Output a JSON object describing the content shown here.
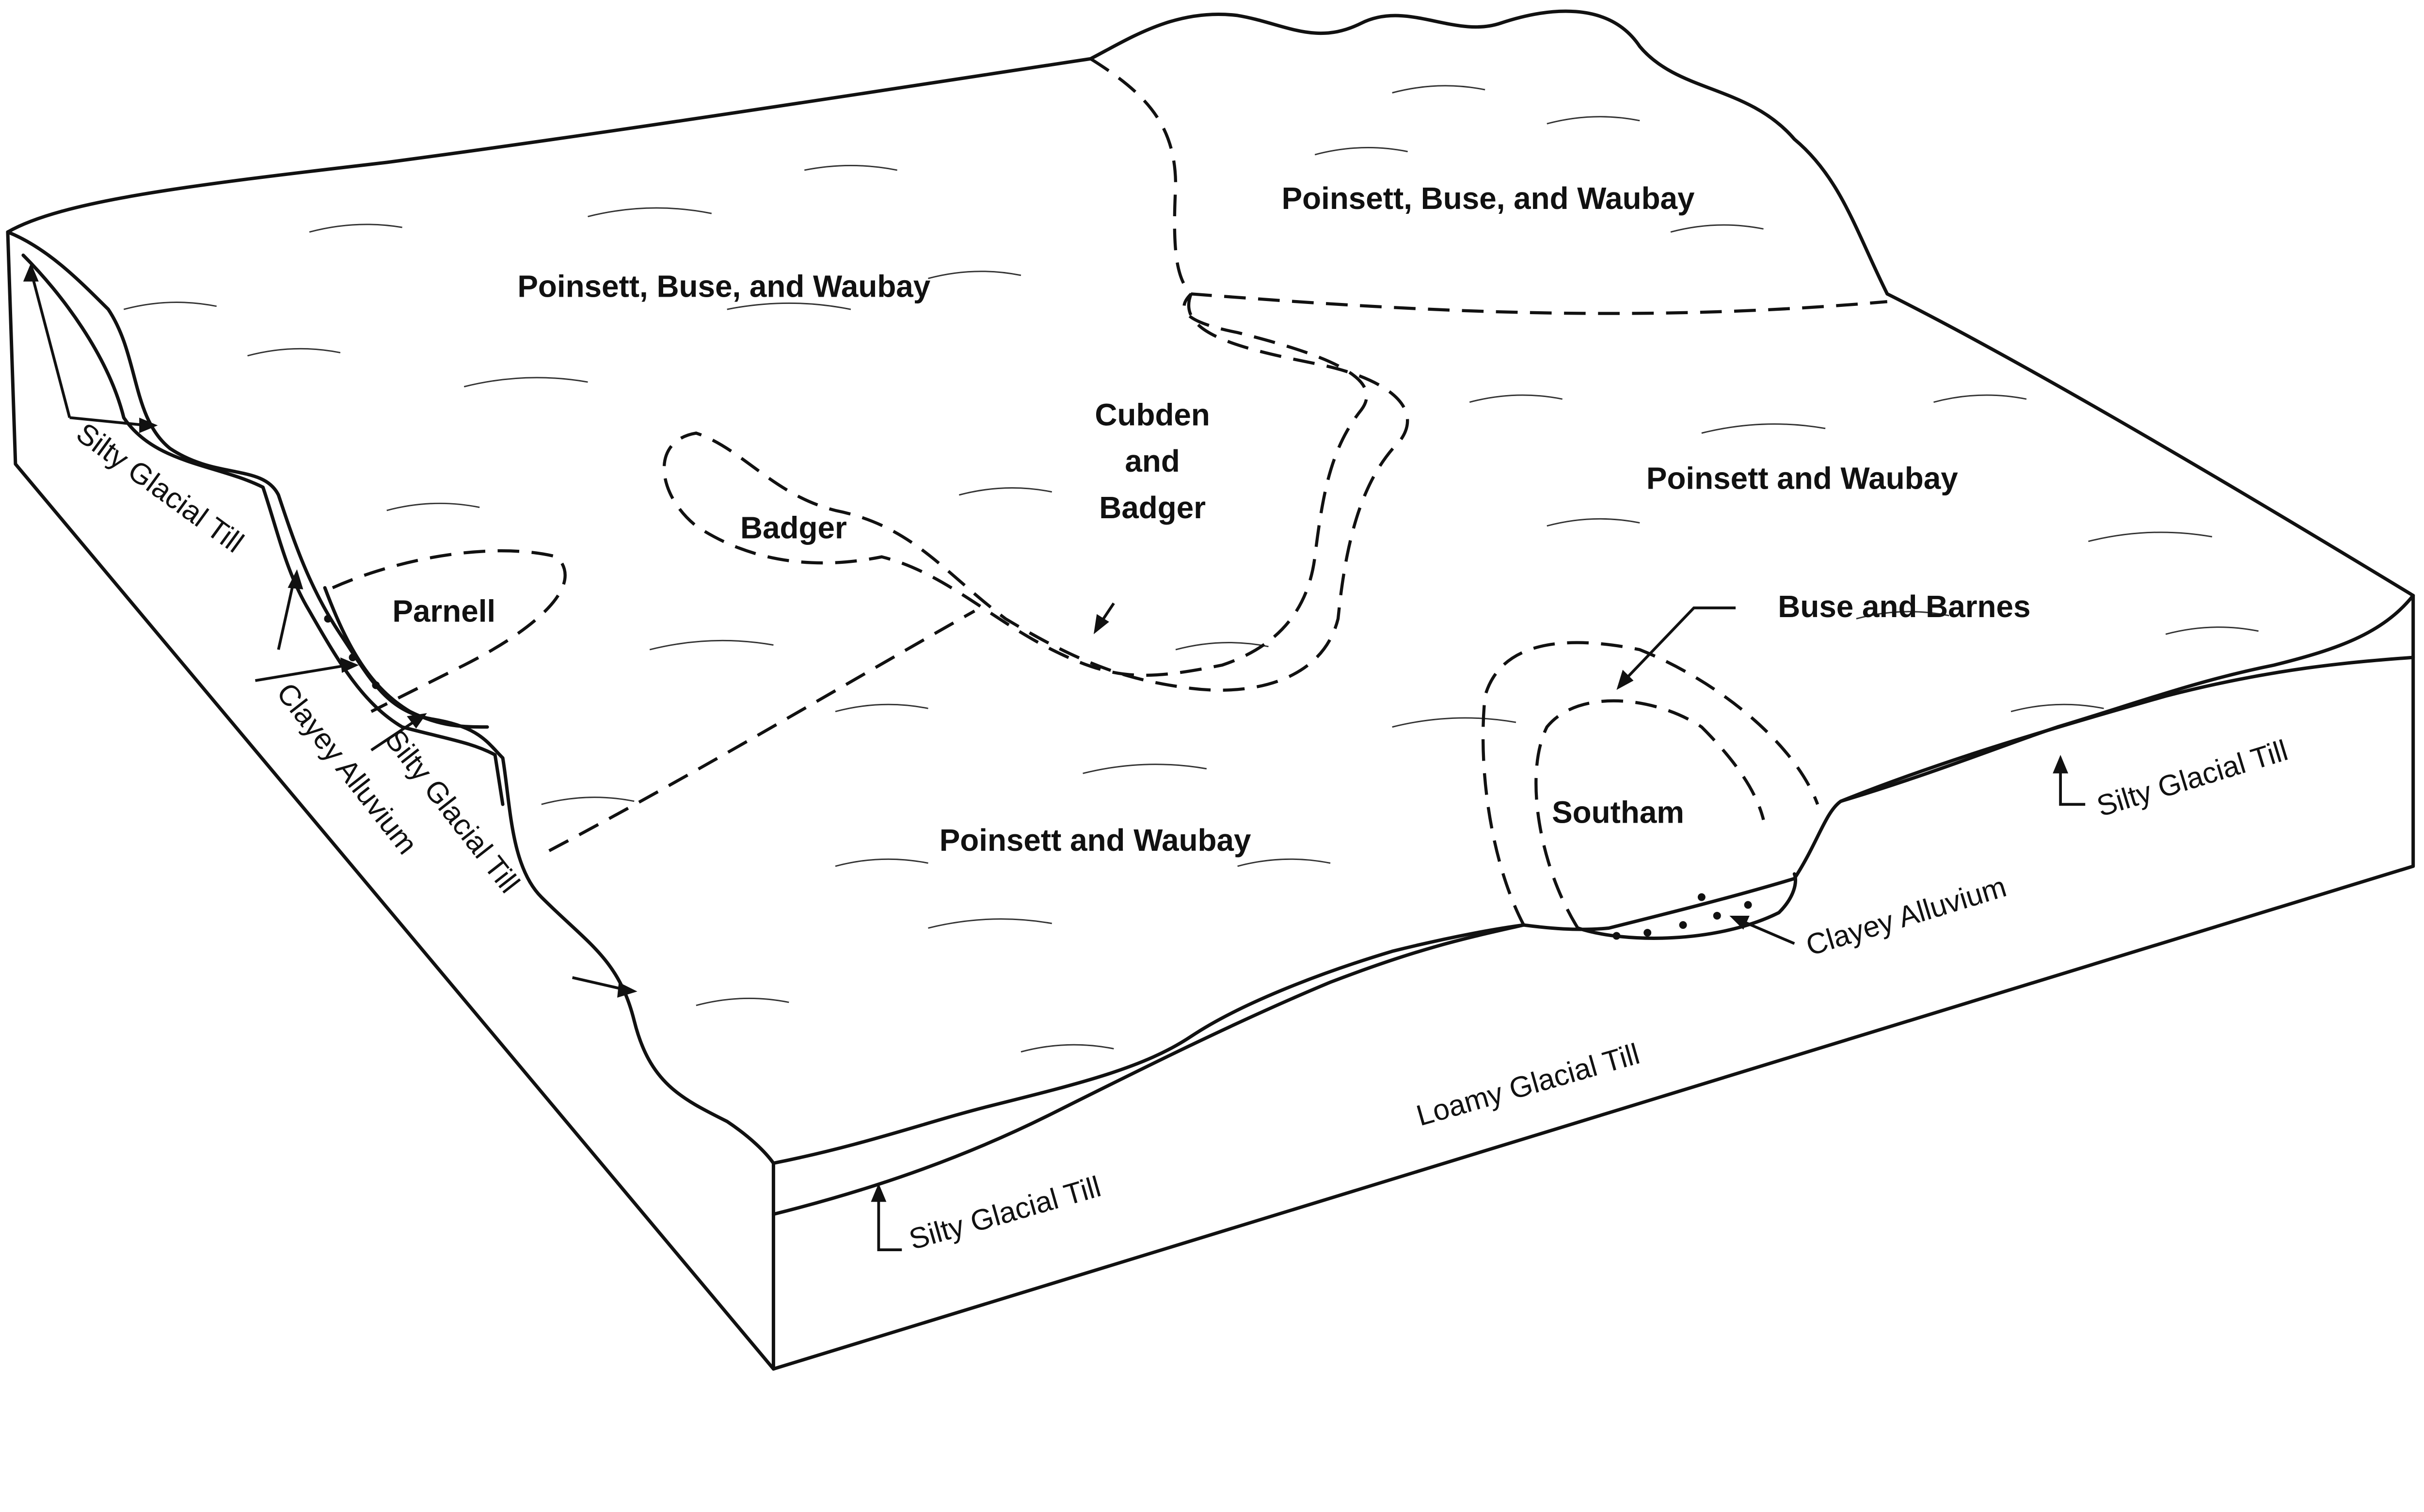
{
  "diagram": {
    "type": "soil block diagram",
    "map_units": {
      "upland_northwest": "Poinsett, Buse, and Waubay",
      "hill_northeast": "Poinsett, Buse, and Waubay",
      "east": "Poinsett and Waubay",
      "south": "Poinsett and Waubay",
      "drainageway_line1": "Cubden",
      "drainageway_line2": "and",
      "drainageway_line3": "Badger",
      "depression": "Badger",
      "pothole": "Parnell",
      "knoll": "Buse and Barnes",
      "knoll_center": "Southam"
    },
    "layers": {
      "left_upper": "Silty Glacial Till",
      "left_alluvium": "Clayey Alluvium",
      "left_lower": "Silty Glacial Till",
      "front_silty": "Silty Glacial Till",
      "front_loamy": "Loamy Glacial Till",
      "right_alluvium": "Clayey Alluvium",
      "right_silty": "Silty Glacial Till"
    }
  }
}
